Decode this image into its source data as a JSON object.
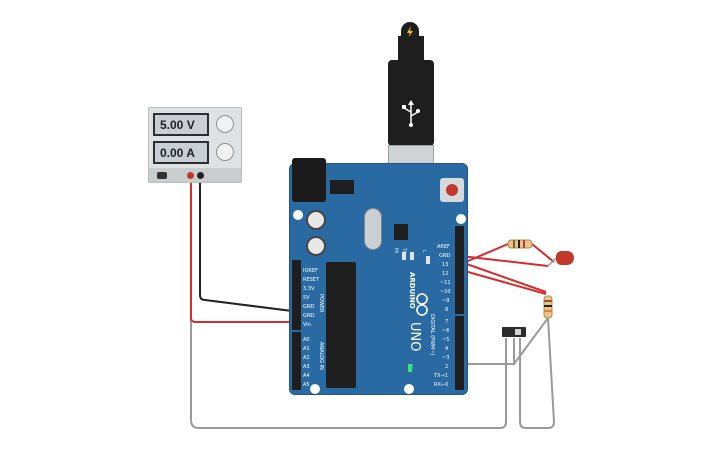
{
  "power_supply": {
    "voltage_display": "5.00 V",
    "current_display": "0.00 A"
  },
  "arduino": {
    "brand_text": "ARDUINO",
    "model_text": "UNO",
    "power_label": "POWER",
    "analog_label": "ANALOG IN",
    "digital_label": "DIGITAL (PWM~)",
    "power_pins": [
      "IOREF",
      "RESET",
      "3.3V",
      "5V",
      "GND",
      "GND",
      "Vin"
    ],
    "analog_pins": [
      "A0",
      "A1",
      "A2",
      "A3",
      "A4",
      "A5"
    ],
    "digital_pins_top": [
      "AREF",
      "GND",
      "13",
      "12",
      "~11",
      "~10",
      "~9",
      "8"
    ],
    "digital_pins_bottom": [
      "7",
      "~6",
      "~5",
      "4",
      "~3",
      "2",
      "TX→1",
      "RX←0"
    ],
    "tx_label": "TX",
    "rx_label": "RX",
    "on_label": "ON",
    "l_label": "L"
  },
  "colors": {
    "board_blue": "#2a6aa2",
    "wire_red": "#d62b2b",
    "wire_black": "#222222",
    "wire_gray": "#9a9a9a",
    "led_red": "#c0392b"
  },
  "icons": [
    "usb-icon",
    "lightning-icon",
    "infinity-logo-icon"
  ]
}
